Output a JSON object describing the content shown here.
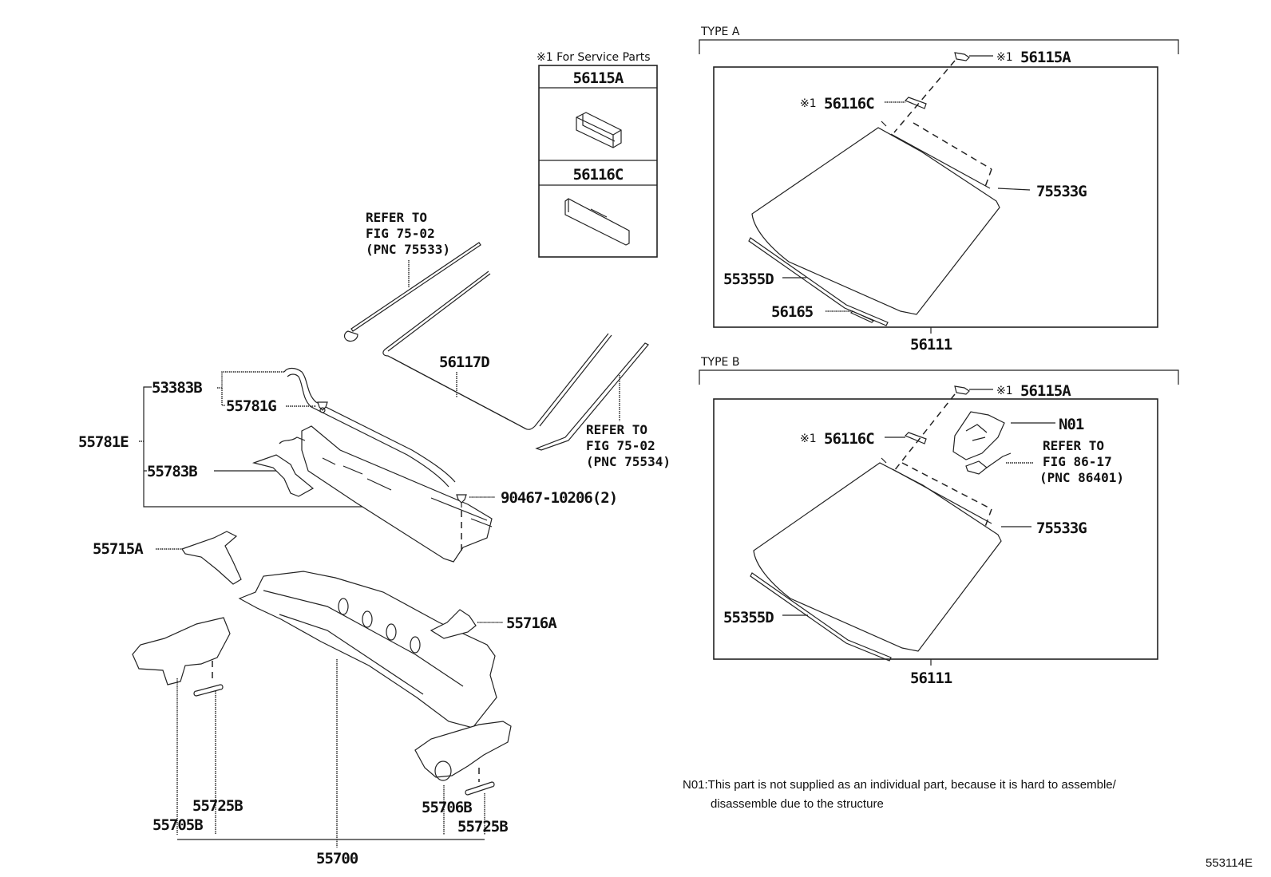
{
  "service_parts": {
    "title": "※1 For Service Parts",
    "items": [
      {
        "code": "56115A"
      },
      {
        "code": "56116C"
      }
    ]
  },
  "left_group": {
    "moulding_ref": [
      "REFER TO",
      "FIG 75-02",
      "(PNC 75533)"
    ],
    "moulding_ref_right": [
      "REFER TO",
      "FIG 75-02",
      "(PNC 75534)"
    ],
    "dam": "56117D",
    "cowl_assy": "55781E",
    "seal": "53383B",
    "clip": "55781G",
    "cowl_side": "55783B",
    "screw": "90467-10206(2)",
    "brace_upper_left": "55715A",
    "brace_upper_right": "55716A",
    "panel": "55700",
    "left_reinf": "55705B",
    "left_plate": "55725B",
    "right_reinf": "55706B",
    "right_plate": "55725B"
  },
  "type_a": {
    "title": "TYPE A",
    "mark": "※1",
    "clip": "56115A",
    "spacer": "56116C",
    "strip": "75533G",
    "moulding": "55355D",
    "dam": "56165",
    "glass": "56111"
  },
  "type_b": {
    "title": "TYPE B",
    "mark": "※1",
    "clip": "56115A",
    "spacer": "56116C",
    "bracket": "N01",
    "sensor_ref": [
      "REFER TO",
      "FIG 86-17",
      "(PNC 86401)"
    ],
    "strip": "75533G",
    "moulding": "55355D",
    "glass": "56111"
  },
  "footnote": {
    "line1": "N01:This part is not supplied as an individual part, because it is hard to assemble/",
    "line2": "disassemble due to the structure"
  },
  "figure_id": "553114E"
}
